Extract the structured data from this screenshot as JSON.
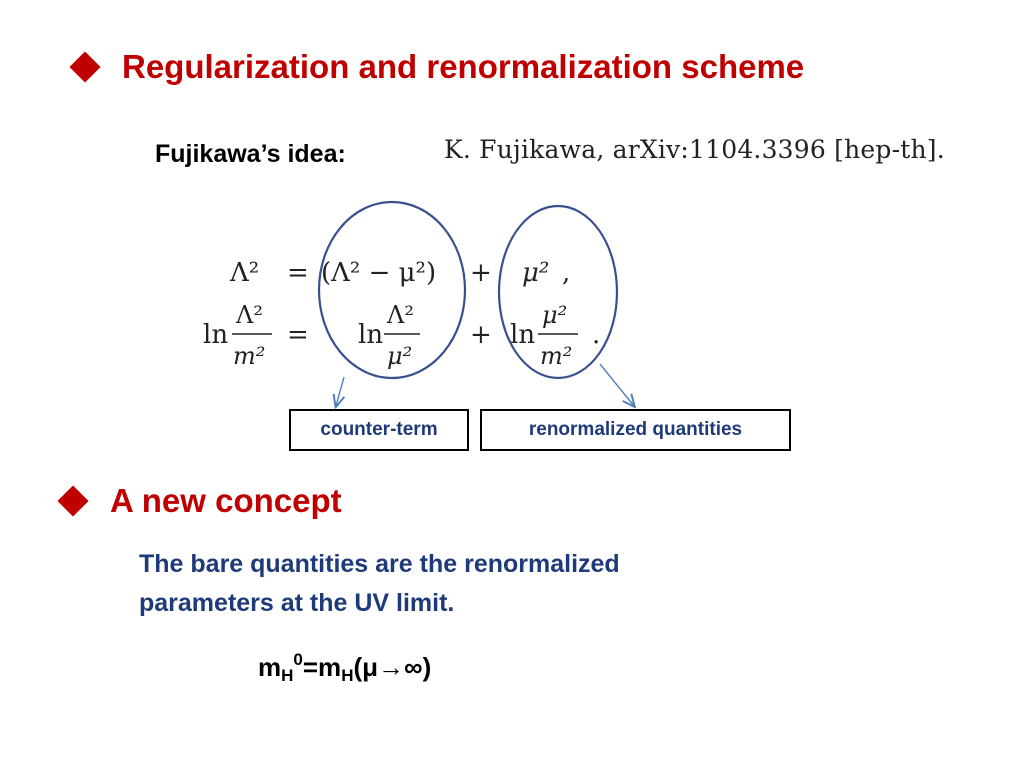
{
  "section1": {
    "title": "Regularization and renormalization scheme",
    "label": "Fujikawa’s idea:",
    "reference": "K. Fujikawa, arXiv:1104.3396 [hep-th]."
  },
  "equations": {
    "line1": {
      "lhs": "Λ²",
      "eq": "=",
      "counter": "(Λ² − μ²)",
      "plus": "+",
      "renorm": "μ²",
      "trail": ","
    },
    "line2": {
      "ln": "ln",
      "lhs_num": "Λ²",
      "lhs_den": "m²",
      "eq": "=",
      "counter_ln": "ln",
      "counter_num": "Λ²",
      "counter_den": "μ²",
      "plus": "+",
      "renorm_ln": "ln",
      "renorm_num": "μ²",
      "renorm_den": "m²",
      "trail": "."
    }
  },
  "labels": {
    "counter_term": "counter-term",
    "renormalized": "renormalized quantities"
  },
  "section2": {
    "title": "A new concept",
    "text_line1": "The bare quantities are the renormalized",
    "text_line2": "parameters at the UV limit.",
    "formula": {
      "m1": "m",
      "sub1": "H",
      "sup1": "0",
      "eq": "=m",
      "sub2": "H",
      "arg": "(μ→∞)"
    }
  },
  "colors": {
    "heading": "#c00000",
    "body_text": "#1f3a7a",
    "ellipse": "#3a4f8f",
    "arrow": "#4f7fbf"
  }
}
